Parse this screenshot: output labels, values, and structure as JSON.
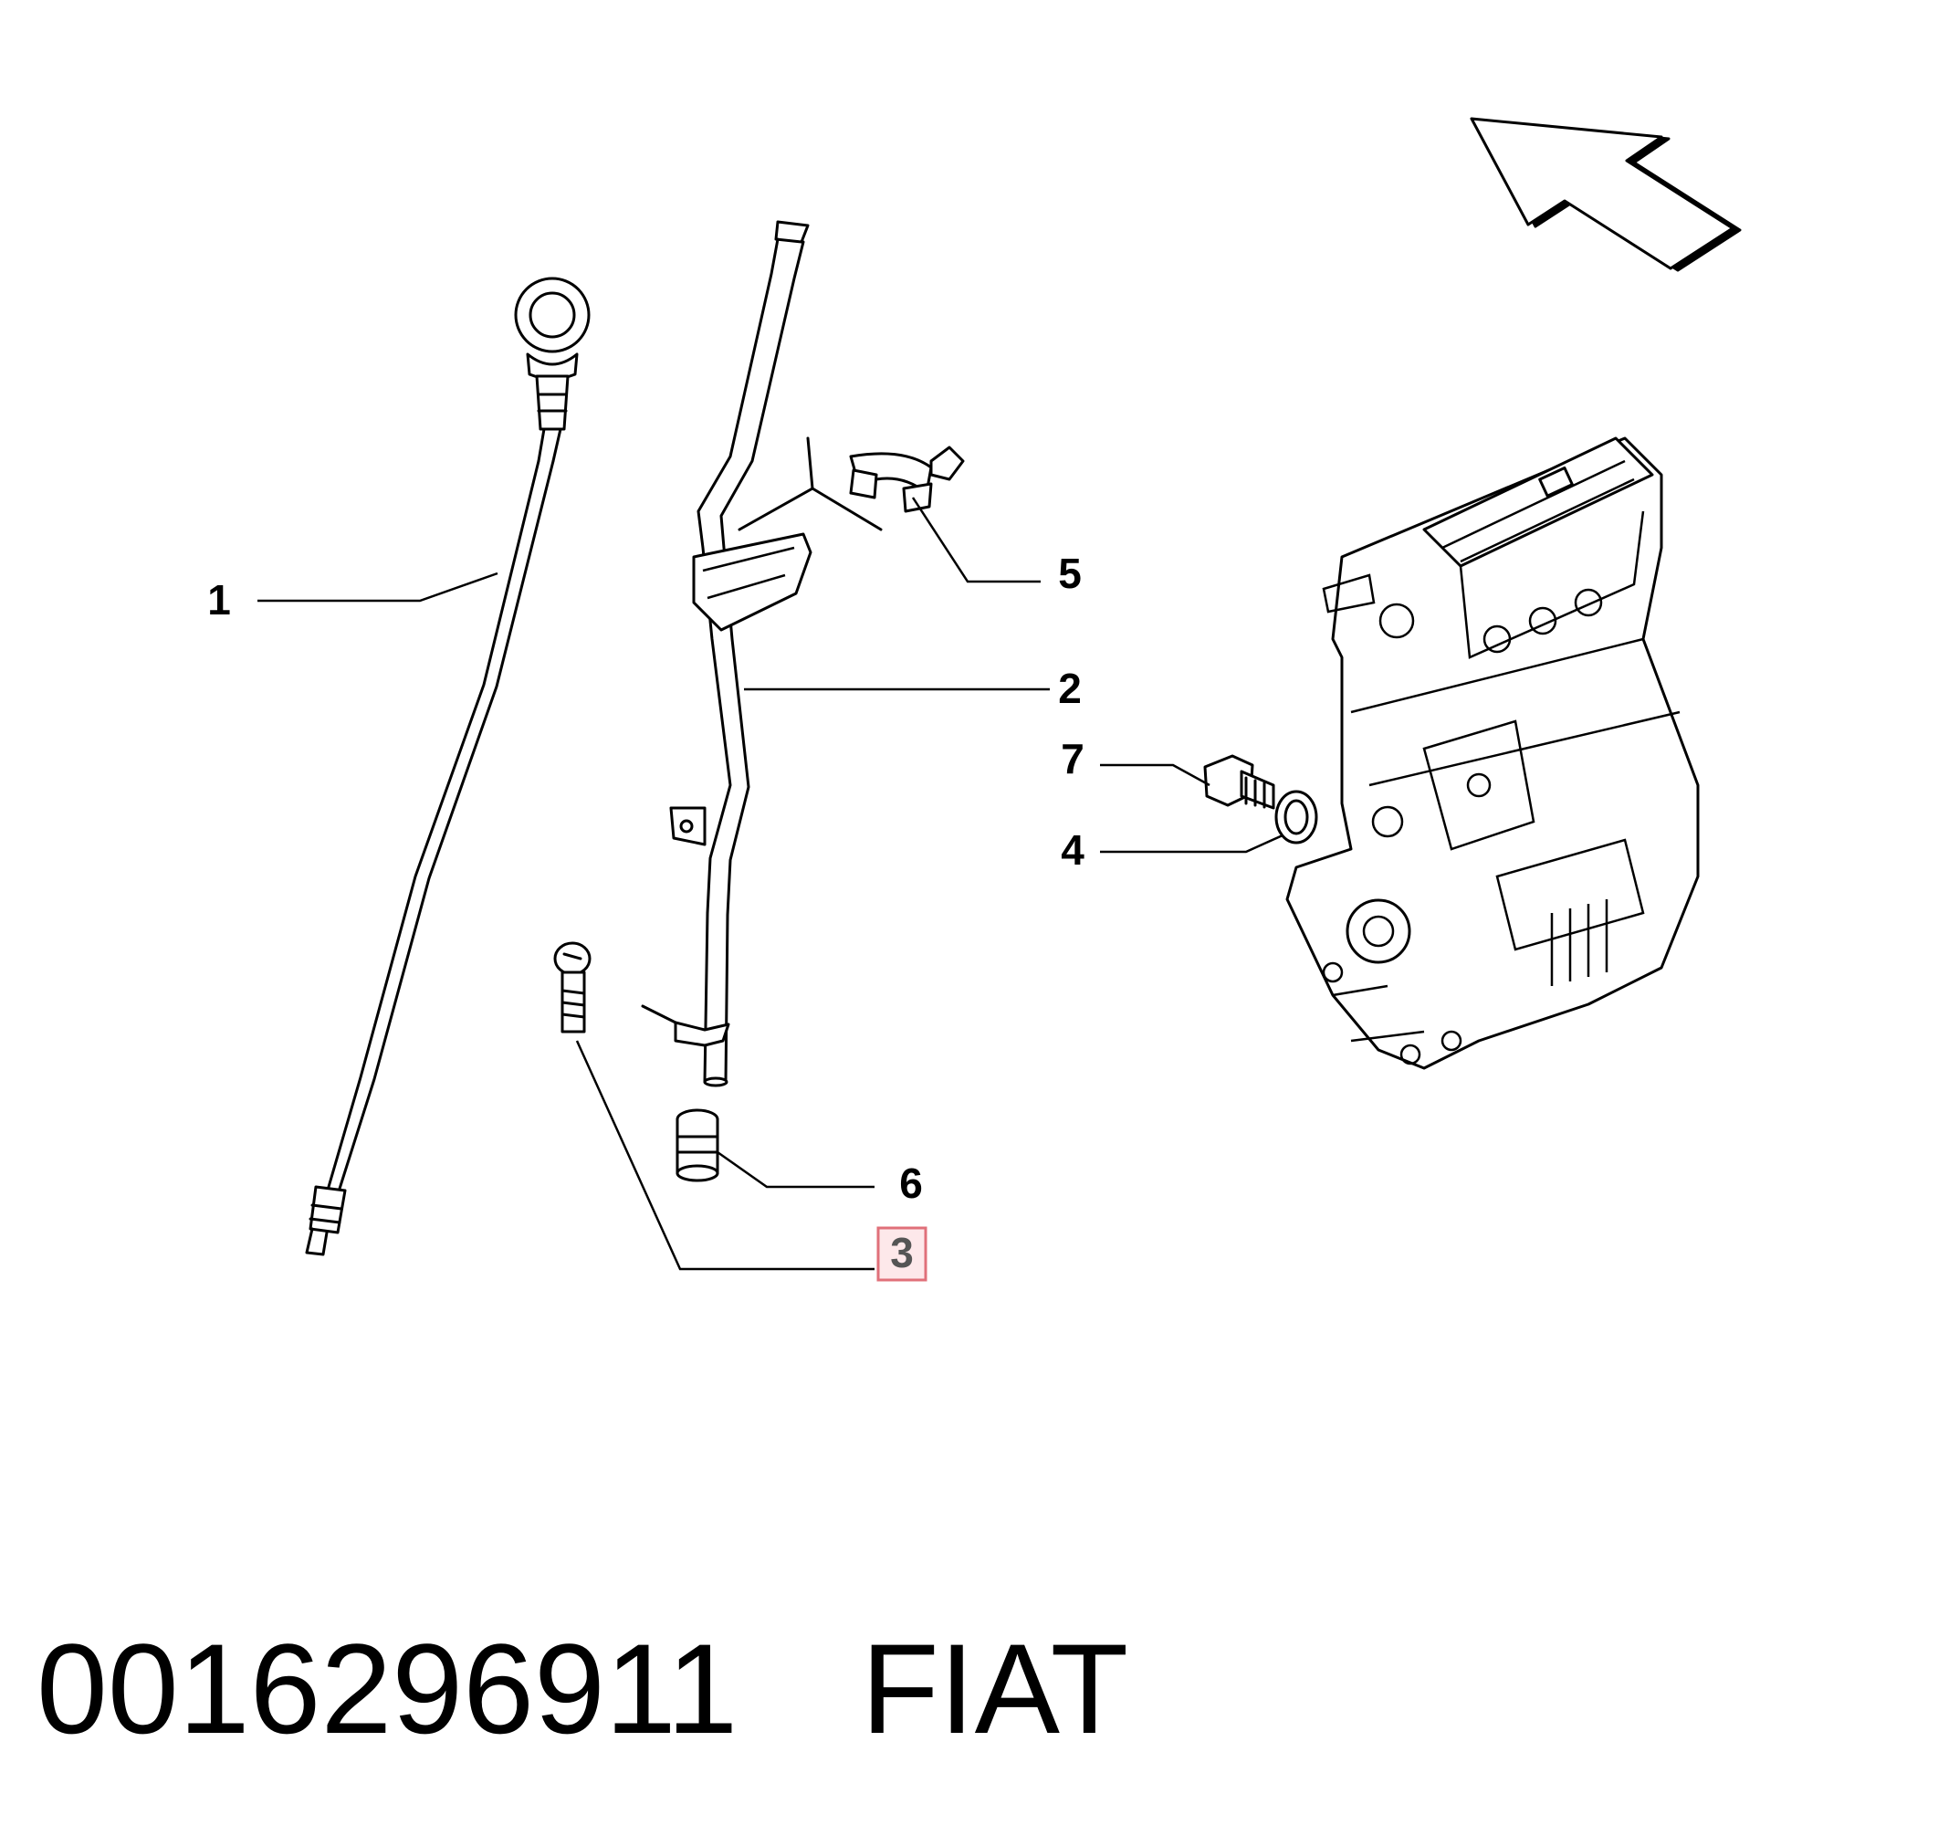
{
  "diagram": {
    "callouts": [
      {
        "id": "1",
        "label": "1",
        "highlighted": false
      },
      {
        "id": "2",
        "label": "2",
        "highlighted": false
      },
      {
        "id": "3",
        "label": "3",
        "highlighted": true
      },
      {
        "id": "4",
        "label": "4",
        "highlighted": false
      },
      {
        "id": "5",
        "label": "5",
        "highlighted": false
      },
      {
        "id": "6",
        "label": "6",
        "highlighted": false
      },
      {
        "id": "7",
        "label": "7",
        "highlighted": false
      }
    ],
    "highlight_color": "#e0707a",
    "highlight_fill": "#fde8ea"
  },
  "footer": {
    "part_number": "0016296911",
    "brand": "FIAT"
  }
}
